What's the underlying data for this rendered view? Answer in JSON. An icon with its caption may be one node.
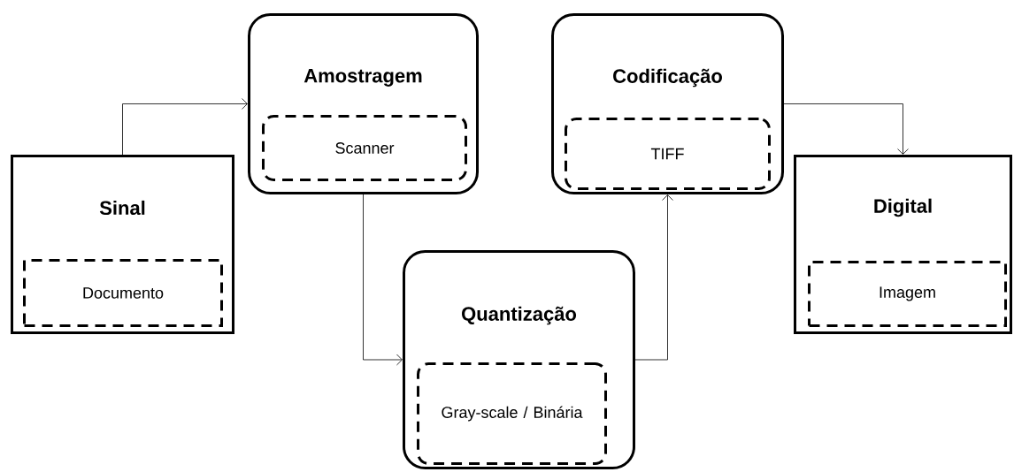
{
  "diagram": {
    "nodes": [
      {
        "text": [
          "Sinal"
        ]
      },
      {
        "text": [
          "Documento"
        ],
        "in": 0
      },
      {
        "text": [
          "Amostragem"
        ]
      },
      {
        "text": [
          "Scanner"
        ],
        "in": 2
      },
      {
        "text": [
          "Quantização"
        ]
      },
      {
        "text": [
          "Gray-scale / Binária"
        ],
        "in": 4
      },
      {
        "text": [
          "Codificação"
        ]
      },
      {
        "text": [
          "TIFF"
        ],
        "in": 6
      },
      {
        "text": [
          "Digital"
        ]
      },
      {
        "text": [
          "Imagem"
        ],
        "in": 8
      }
    ],
    "edges": [
      {
        "from": 0,
        "to": 2,
        "arrow": "to"
      },
      {
        "from": 2,
        "to": 4,
        "arrow": "to"
      },
      {
        "from": 4,
        "to": 6,
        "arrow": "to"
      },
      {
        "from": 6,
        "to": 8,
        "arrow": "to"
      }
    ]
  }
}
